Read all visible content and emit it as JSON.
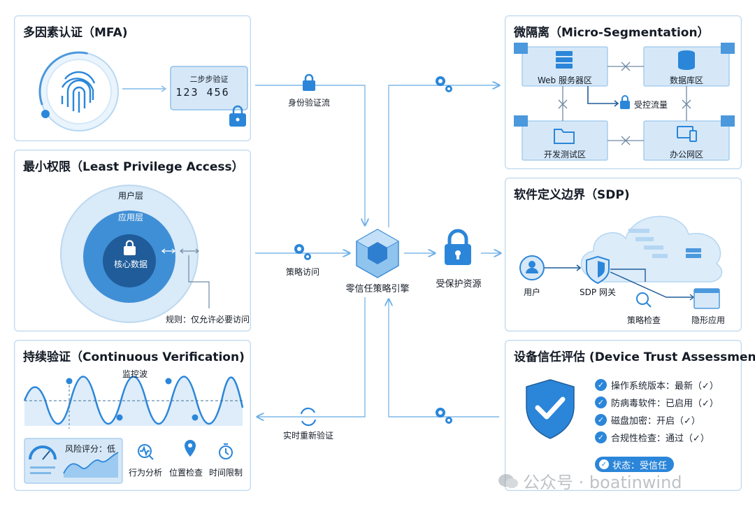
{
  "mfa": {
    "title": "多因素认证（MFA)",
    "card_title": "二步步验证",
    "code": "123 456"
  },
  "least_privilege": {
    "title": "最小权限（Least Privilege Access）",
    "user_layer": "用户层",
    "app_layer": "应用层",
    "core_data": "核心数据",
    "rule": "规则：仅允许必要访问"
  },
  "continuous": {
    "title": "持续验证（Continuous Verification)",
    "wave_label": "监控波",
    "risk_score": "风险评分：低",
    "behavior": "行为分析",
    "location": "位置检查",
    "time_limit": "时间限制"
  },
  "center": {
    "identity_flow": "身份验证流",
    "policy_access": "策略访问",
    "realtime_reverify": "实时重新验证",
    "engine": "零信任策略引擎",
    "protected": "受保护资源"
  },
  "microseg": {
    "title": "微隔离（Micro-Segmentation）",
    "web": "Web 服务器区",
    "db": "数据库区",
    "dev": "开发测试区",
    "office": "办公网区",
    "controlled": "受控流量"
  },
  "sdp": {
    "title": "软件定义边界（SDP)",
    "user": "用户",
    "gateway": "SDP 网关",
    "policy_check": "策略检查",
    "hidden_app": "隐形应用"
  },
  "device": {
    "title": "设备信任评估 (Device Trust Assessment)",
    "checks": [
      "操作系统版本：最新（✓）",
      "防病毒软件：已启用（✓）",
      "磁盘加密：开启（✓）",
      "合规性检查：通过（✓）"
    ],
    "status": "状态：受信任"
  },
  "watermark": "公众号 · boatinwind",
  "colors": {
    "accent": "#2b86d9",
    "border": "#bcd7ee",
    "light": "#d6e8f7",
    "dark": "#1f5c99"
  }
}
